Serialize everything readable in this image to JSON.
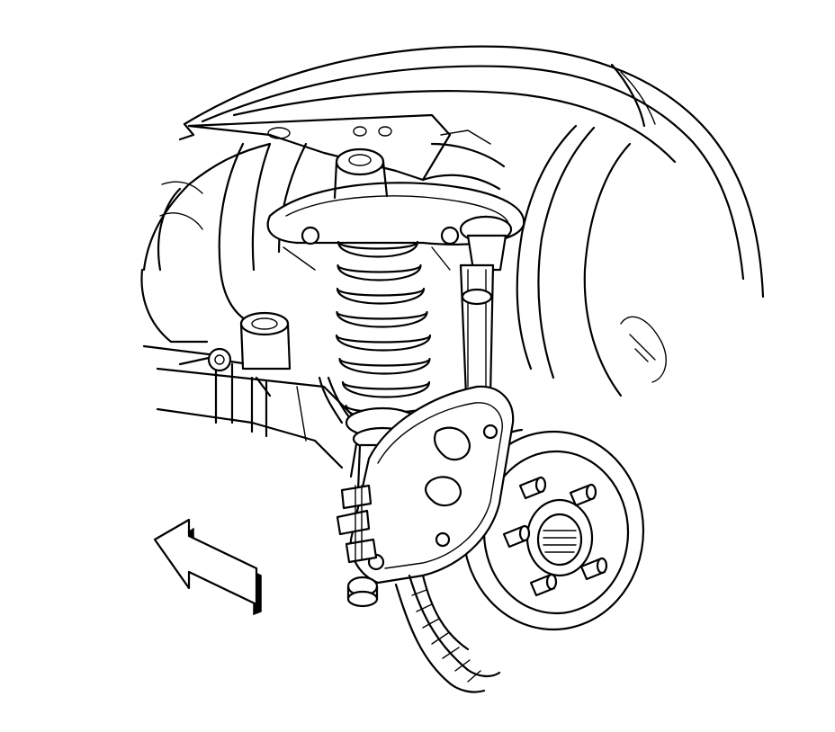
{
  "diagram": {
    "type": "line-art-illustration",
    "subject": "front-suspension-strut-assembly",
    "components": [
      "fender-arch",
      "strut-tower",
      "upper-strut-mount",
      "coil-spring",
      "stabilizer-link",
      "steering-knuckle",
      "brake-rotor",
      "wheel-hub",
      "wheel-studs",
      "abs-wiring-harness",
      "frame-rail",
      "direction-arrow"
    ],
    "colors": {
      "line": "#000000",
      "background": "#ffffff"
    },
    "arrow": {
      "direction": "up-left"
    },
    "wheel_stud_count": 5,
    "spring_coil_count": 8
  }
}
